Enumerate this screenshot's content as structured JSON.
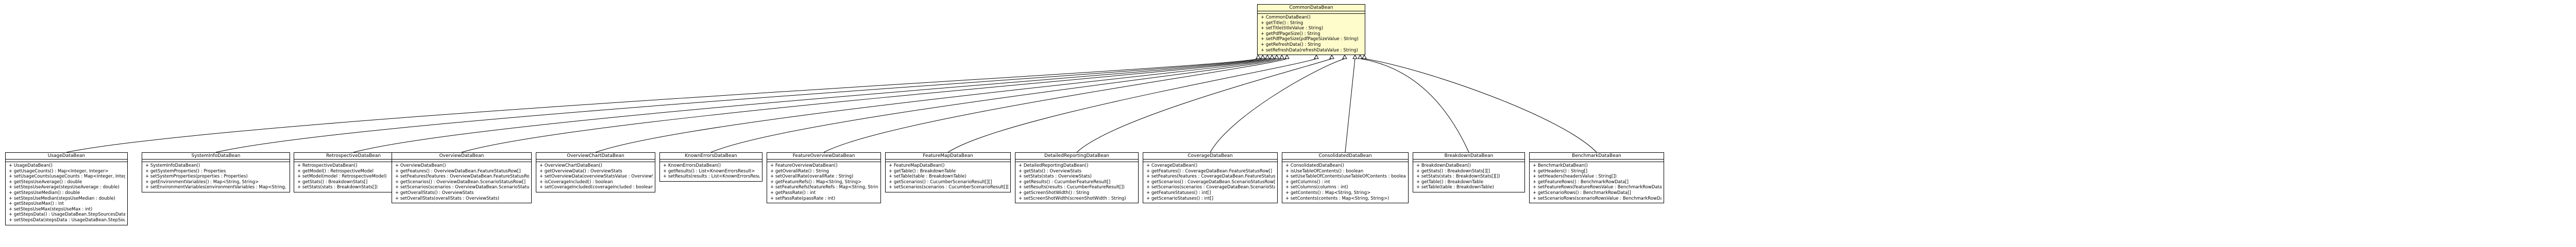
{
  "parent": {
    "name": "CommonDataBean",
    "ops": [
      "+ CommonDataBean()",
      "+ getTitle() : String",
      "+ setTitle(titleValue : String)",
      "+ getPdfPageSize() : String",
      "+ setPdfPageSize(pdfPageSizeValue : String)",
      "+ getRefreshData() : String",
      "+ setRefreshData(refreshDataValue : String)"
    ]
  },
  "classes": [
    {
      "name": "UsageDataBean",
      "ops": [
        "+ UsageDataBean()",
        "+ getUsageCounts() : Map<Integer, Integer>",
        "+ setUsageCounts(usageCounts : Map<Integer, Integer>)",
        "+ getStepsUseAverage() : double",
        "+ setStepsUseAverage(stepsUseAverage : double)",
        "+ getStepsUseMedian() : double",
        "+ setStepsUseMedian(stepsUseMedian : double)",
        "+ getStepsUseMax() : int",
        "+ setStepsUseMax(stepsUseMax : int)",
        "+ getStepsData() : UsageDataBean.StepSourcesData[]",
        "+ setStepsData(stepsData : UsageDataBean.StepSourcesData[])"
      ]
    },
    {
      "name": "SystemInfoDataBean",
      "ops": [
        "+ SystemInfoDataBean()",
        "+ getSystemProperties() : Properties",
        "+ setSystemProperties(properties : Properties)",
        "+ getEnvironmentVariables() : Map<String, String>",
        "+ setEnvironmentVariables(environmentVariables : Map<String, String>)"
      ]
    },
    {
      "name": "RetrospectiveDataBean",
      "ops": [
        "+ RetrospectiveDataBean()",
        "+ getModel() : RetrospectiveModel",
        "+ setModel(model : RetrospectiveModel)",
        "+ getStats() : BreakdownStats[]",
        "+ setStats(stats : BreakdownStats[])"
      ]
    },
    {
      "name": "OverviewDataBean",
      "ops": [
        "+ OverviewDataBean()",
        "+ getFeatures() : OverviewDataBean.FeatureStatusRow[]",
        "+ setFeatures(features : OverviewDataBean.FeatureStatusRow[])",
        "+ getScenarios() : OverviewDataBean.ScenarioStatusRow[]",
        "+ setScenarios(scenarios : OverviewDataBean.ScenarioStatusRow[])",
        "+ getOverallStats() : OverviewStats",
        "+ setOverallStats(overallStats : OverviewStats)"
      ]
    },
    {
      "name": "OverviewChartDataBean",
      "ops": [
        "+ OverviewChartDataBean()",
        "+ getOverviewData() : OverviewStats",
        "+ setOverviewData(overviewStatsValue : OverviewStats)",
        "+ isCoverageIncluded() : boolean",
        "+ setCoverageIncluded(coverageIncluded : boolean)"
      ]
    },
    {
      "name": "KnownErrorsDataBean",
      "ops": [
        "+ KnownErrorsDataBean()",
        "+ getResults() : List<KnownErrorsResult>",
        "+ setResults(results : List<KnownErrorsResult>)"
      ]
    },
    {
      "name": "FeatureOverviewDataBean",
      "ops": [
        "+ FeatureOverviewDataBean()",
        "+ getOverallRate() : String",
        "+ setOverallRate(overallRate : String)",
        "+ getFeatureRefs() : Map<String, String>",
        "+ setFeatureRefs(featureRefs : Map<String, String>)",
        "+ getPassRate() : int",
        "+ setPassRate(passRate : int)"
      ]
    },
    {
      "name": "FeatureMapDataBean",
      "ops": [
        "+ FeatureMapDataBean()",
        "+ getTable() : BreakdownTable",
        "+ setTable(table : BreakdownTable)",
        "+ getScenarios() : CucumberScenarioResult[][]",
        "+ setScenarios(scenarios : CucumberScenarioResult[][])"
      ]
    },
    {
      "name": "DetailedReportingDataBean",
      "ops": [
        "+ DetailedReportingDataBean()",
        "+ getStats() : OverviewStats",
        "+ setStats(stats : OverviewStats)",
        "+ getResults() : CucumberFeatureResult[]",
        "+ setResults(results : CucumberFeatureResult[])",
        "+ getScreenShotWidth() : String",
        "+ setScreenShotWidth(screenShotWidth : String)"
      ]
    },
    {
      "name": "CoverageDataBean",
      "ops": [
        "+ CoverageDataBean()",
        "+ getFeatures() : CoverageDataBean.FeatureStatusRow[]",
        "+ setFeatures(features : CoverageDataBean.FeatureStatusRow[])",
        "+ getScenarios() : CoverageDataBean.ScenarioStatusRow[]",
        "+ setScenarios(scenarios : CoverageDataBean.ScenarioStatusRow[])",
        "+ getFeatureStatuses() : int[]",
        "+ getScenarioStatuses() : int[]"
      ]
    },
    {
      "name": "ConsolidatedDataBean",
      "ops": [
        "+ ConsolidatedDataBean()",
        "+ isUseTableOfContents() : boolean",
        "+ setUseTableOfContents(useTableOfContents : boolean)",
        "+ getColumns() : int",
        "+ setColumns(columns : int)",
        "+ getContents() : Map<String, String>",
        "+ setContents(contents : Map<String, String>)"
      ]
    },
    {
      "name": "BreakdownDataBean",
      "ops": [
        "+ BreakdownDataBean()",
        "+ getStats() : BreakdownStats[][]",
        "+ setStats(stats : BreakdownStats[][])",
        "+ getTable() : BreakdownTable",
        "+ setTable(table : BreakdownTable)"
      ]
    },
    {
      "name": "BenchmarkDataBean",
      "ops": [
        "+ BenchmarkDataBean()",
        "+ getHeaders() : String[]",
        "+ setHeaders(headersValue : String[])",
        "+ getFeatureRows() : BenchmarkRowData[]",
        "+ setFeatureRows(featureRowsValue : BenchmarkRowData[])",
        "+ getScenarioRows() : BenchmarkRowData[]",
        "+ setScenarioRows(scenarioRowsValue : BenchmarkRowData[])"
      ]
    }
  ]
}
